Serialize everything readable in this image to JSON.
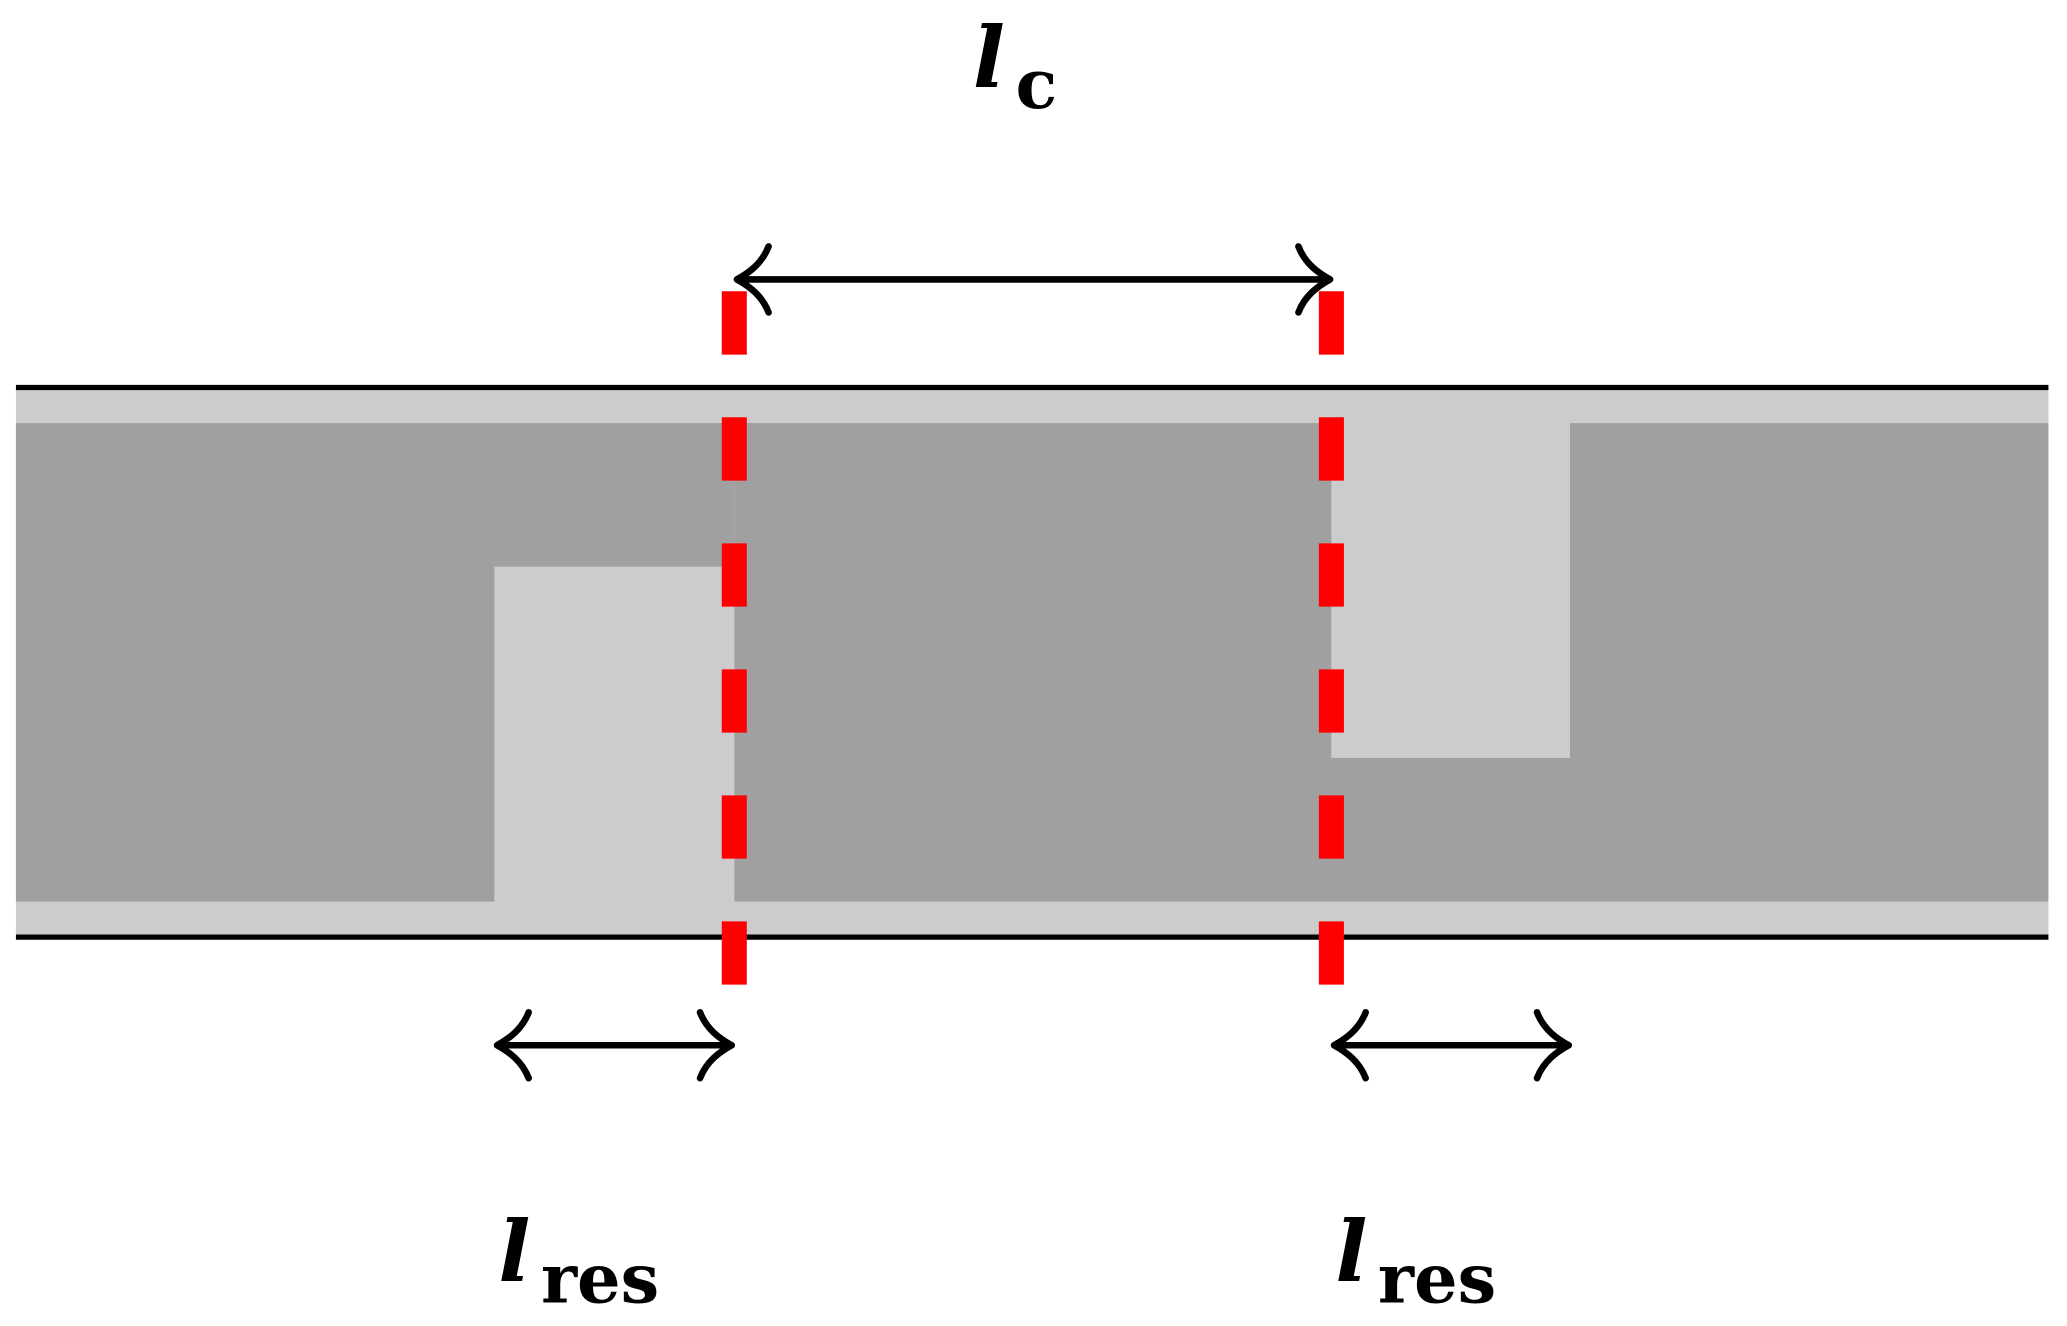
{
  "labels": {
    "lc": {
      "symbol": "l",
      "subscript": "c"
    },
    "lres_left": {
      "symbol": "l",
      "subscript": "res"
    },
    "lres_right": {
      "symbol": "l",
      "subscript": "res"
    }
  },
  "colors": {
    "dark_region": "#a0a0a0",
    "light_region": "#cccccc",
    "boundary_line": "#000000",
    "dashed_marker": "#ff0000",
    "arrow": "#000000"
  }
}
